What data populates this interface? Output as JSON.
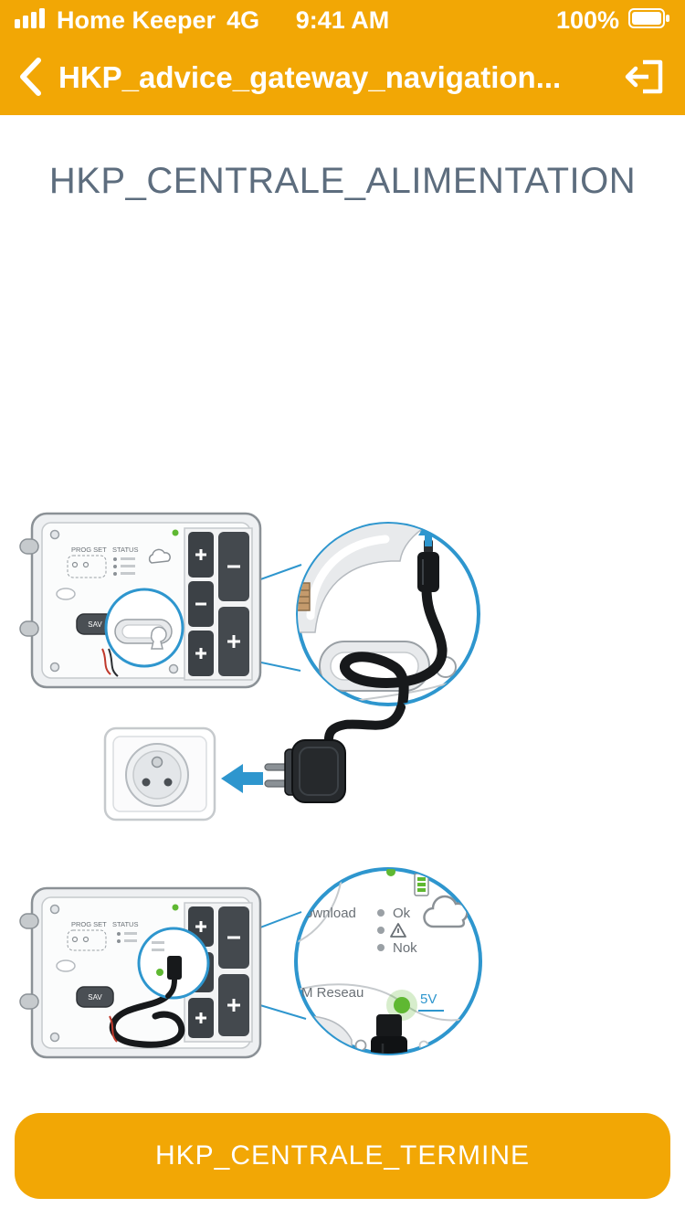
{
  "colors": {
    "accent_amber": "#F2A705",
    "title_gray": "#5D6D7E",
    "highlight_blue": "#2E96CE",
    "led_green": "#5FB832"
  },
  "status_bar": {
    "carrier": "Home Keeper",
    "network": "4G",
    "time": "9:41 AM",
    "battery_percent": "100%"
  },
  "nav_bar": {
    "title": "HKP_advice_gateway_navigation..."
  },
  "content": {
    "title": "HKP_CENTRALE_ALIMENTATION"
  },
  "illustration": {
    "panel": {
      "prog_set": "PROG  SET",
      "status": "STATUS",
      "sav": "SAV"
    },
    "magnifier": {
      "download": "ownload",
      "ok": "Ok",
      "nok": "Nok",
      "network": "M Reseau",
      "voltage": "5V"
    }
  },
  "footer": {
    "done_button": "HKP_CENTRALE_TERMINE"
  }
}
